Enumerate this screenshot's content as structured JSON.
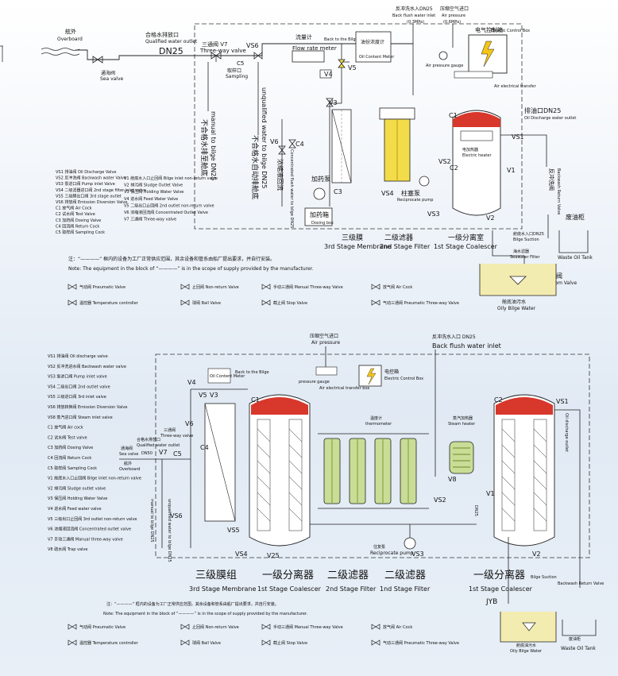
{
  "top": {
    "overboard_cn": "舷外",
    "overboard_en": "Overboard",
    "sea_valve_cn": "通海阀",
    "sea_valve_en": "Sea valve",
    "outlet_cn": "合格水排放口",
    "outlet_en": "Qualified water outlet",
    "outlet_dn": "DN25",
    "v7_cn": "三通阀 V7",
    "v7_en": "Three-way valve",
    "vs6": "VS6",
    "c5": "C5",
    "c5_cn": "取样口",
    "c5_en": "Sampling",
    "flowmeter_cn": "流量计",
    "flowmeter_en": "Flow rate meter",
    "back_bilge": "Back to the Bilge",
    "oil_meter_cn": "油份浓度计",
    "oil_meter_en": "Oil Content Meter",
    "backflush_cn": "反冲洗水入DN25",
    "backflush_en": "Back flush water inlet",
    "backflush_p": "(0.3MPa)",
    "airp_cn": "压缩空气进口",
    "airp_en": "Air pressure",
    "airp_p": "(0.6MPa)",
    "ecb_cn": "电气控制箱",
    "ecb_en": "Electric Control Box",
    "air_gauge": "Air pressure gauge",
    "air_transfer": "Air electrical transfer",
    "v4": "V4",
    "v5": "V5",
    "v3": "V3",
    "v6": "V6",
    "c4": "C4",
    "c3": "C3",
    "c1": "C1",
    "c2": "C2",
    "vs2": "VS2",
    "vs3": "VS3",
    "vs4": "VS4",
    "vs1": "VS1",
    "v1": "V1",
    "v2": "V2",
    "drug_cn": "加药泵",
    "drug_box_cn": "加药箱",
    "dosing_en": "Dosing box",
    "recip_cn": "柱塞泵",
    "recip_en": "Reciprocate pump",
    "to_bilge_cn": "不合格水排至舱底",
    "to_bilge_dn": "manual to bilge DN25",
    "unq_cn": "不合格水自动排舱底",
    "unq_en": "unqualified water to bilge DN25",
    "conc_cn": "浓缩液回流",
    "conc_en": "Concentrated flush water to bilge DN25",
    "heater_cn": "电加热器",
    "heater_en": "Electric heater",
    "discharge_cn": "排油口DN25",
    "discharge_en": "Oil Discharge water outlet",
    "backwash_cn": "反冲洗阀",
    "backwash_en": "Backwash Return Valve",
    "wot_cn": "废油柜",
    "wot_en": "Waste Oil Tank",
    "bilge_suction_cn": "舱底水入口DN25",
    "bilge_suction_en": "Bilge Suction",
    "seawater_cn": "海水滤器",
    "seawater_en": "Seawater Filter",
    "bottom_cn": "底阀",
    "bottom_en": "Bottom Valve",
    "oily_cn": "舱底油污水",
    "oily_en": "Oily Bilge Water",
    "stage3_cn": "三级膜",
    "stage3_en": "3rd Stage Membrane",
    "stage2_cn": "二级滤器",
    "stage2_en": "2nd Stage Filter",
    "stage1_cn": "一级分离室",
    "stage1_en": "1st Stage Coalescer",
    "note_cn": "注：“————” 框内的设备为工厂正常供应范围，其余设备和管系由船厂提出要求，并自行安装。",
    "note_en": "Note: The equipment in the block of “————” is in the scope of supply provided by the manufacturer.",
    "left_list": [
      "VS1 排油阀 Oil Discharge Valve",
      "VS2 反冲洗阀 Backwash water Valve",
      "VS3 泵进口阀 Pump inlet Valve",
      "VS4 二级滤器进口阀 2nd stage filter inlet valve",
      "VS5 三级膜出口阀 3rd stage outlet",
      "VS6 排放阀 Emission Diversion Valve",
      "C1 放气阀 Air Cock",
      "C2 试水阀 Test Valve",
      "C3 加药阀 Dosing Valve",
      "C4 回流阀 Return Cock",
      "C5 取样阀 Sampling Cock"
    ],
    "right_list": [
      "V1 舱底水入口止回阀 Bilge inlet non-return valve",
      "V2 排污阀 Sludge Outlet Valve",
      "V3 保压阀 Holding Water Valve",
      "V4 进水阀 Feed Water Valve",
      "V5 二级出口止回阀 2nd outlet non-return valve",
      "V6 浓缩液回流阀 Concentrated Outlet Valve",
      "V7 三通阀 Three-way valve"
    ],
    "legend": [
      "气动阀 Pneumatic Valve",
      "止回阀 Non-return Valve",
      "手动三通阀 Manual Three-way Valve",
      "放气阀 Air Cock",
      "温控器 Temperature controller",
      "球阀 Ball Valve",
      "截止阀 Stop Valve",
      "气动三通阀 Pneumatic Three-way Valve"
    ]
  },
  "bottom": {
    "airp_cn": "压缩空气进口",
    "airp_en": "Air pressure",
    "backflush_cn": "反冲洗水入口 DN25",
    "backflush_en": "Back flush water inlet",
    "pgauge": "pressure gauge",
    "air_transfer": "Air electrical transfer box",
    "ecb_cn": "电控箱",
    "ecb_en": "Electric Control Box",
    "oil_meter": "Oil Content Meter",
    "back_bilge": "Back to the Bilge",
    "v4": "V4",
    "v5": "V5",
    "v3": "V3",
    "v6": "V6",
    "c4": "C4",
    "c5": "C5",
    "c1": "C1",
    "c2": "C2",
    "v1": "V1",
    "v2": "V2",
    "v7": "V7",
    "v8": "V8",
    "vs1": "VS1",
    "vs2": "VS2",
    "vs3": "VS3",
    "vs4": "VS4",
    "vs5": "VS5",
    "vs6": "VS6",
    "v25": "V25",
    "thermo_cn": "温度计",
    "thermo_en": "thermometer",
    "steam_cn": "蒸汽加热器",
    "steam_en": "Steam heater",
    "recip_cn": "往复泵",
    "recip_en": "Reciprocate pump",
    "overboard_cn": "舷外",
    "overboard_en": "Overboard",
    "sea_valve_cn": "通海阀",
    "sea_valve_en": "Sea valve",
    "outlet_cn": "合格水排放口",
    "outlet_en": "Qualified water outlet",
    "outlet_dn": "DN50",
    "three_way_cn": "三通阀",
    "three_way_en": "Three-way valve",
    "manual_bilge": "manual to bilge DN25",
    "unq_bilge": "unqualified water to bilge DN25",
    "oil_dis": "Oil discharge outlet",
    "backwash_valve": "Backwash Return Valve",
    "wot_cn": "废油柜",
    "wot_en": "Waste Oil Tank",
    "bilge_suction": "Bilge Suction",
    "jyb": "JYB",
    "oily_cn": "舱底油污水",
    "oily_en": "Oily Bilge Water",
    "dn25": "DN25",
    "stage3_cn": "三级膜组",
    "stage3_en": "3rd Stage Membrane",
    "stage1a_cn": "一级分离器",
    "stage1a_en": "1st Stage Coalescer",
    "stage2_cn": "二级滤器",
    "stage2_en": "2nd Stage Filter",
    "stage2b_cn": "二级滤器",
    "stage2b_en": "1nd Stage Filter",
    "stage1b_cn": "一级分离器",
    "stage1b_en": "1st Stage Coalescer",
    "note_cn": "注：“————” 框内的设备为工厂正常供应范围，其余设备和管系由船厂提出要求，并自行安装。",
    "note_en": "Note: The equipment in the block of “————” is in the scope of supply provided by the manufacturer.",
    "left_list": [
      "VS1 排油阀 Oil discharge valve",
      "VS2 反冲洗进水阀 Backwash water valve",
      "VS3 泵进口阀 Pump inlet valve",
      "VS4 二级出口阀 2nd outlet valve",
      "VS5 三级进口阀 3rd inlet valve",
      "VS6 排放转换阀 Emission Diversion Valve",
      "VS8 蒸汽进口阀 Steam inlet valve",
      "C1 放气阀 Air cock",
      "C2 试水阀 Test valve",
      "C3 加药阀 Dosing Valve",
      "C4 回流阀 Return Cock",
      "C5 取样阀 Sampling Cock",
      "V1 舱底水入口止回阀 Bilge inlet non-return valve",
      "V2 排污阀 Sludge outlet valve",
      "V3 保压阀 Holding Water Valve",
      "V4 进水阀 Feed water valve",
      "V5 三级出口止回阀 3rd outlet non-return valve",
      "V6 浓缩液回流阀 Concentrated outlet valve",
      "V7 手动三通阀 Manual three-way valve",
      "V8 疏水阀 Trap valve"
    ],
    "legend": [
      "气动阀 Pneumatic Valve",
      "止回阀 Non-return Valve",
      "手动三通阀 Manual Three-way Valve",
      "放气阀 Air Cock",
      "温控器 Temperature controller",
      "球阀 Ball Valve",
      "截止阀 Stop Valve",
      "气动三通阀 Pneumatic Three-way Valve"
    ]
  },
  "colors": {
    "line": "#222222",
    "coalescer_top": "#d8372b",
    "filter_fill": "#f3dc4a",
    "filter_green": "#c9dd96",
    "water": "#f3ecb0",
    "wash": "#dfe9f4"
  }
}
